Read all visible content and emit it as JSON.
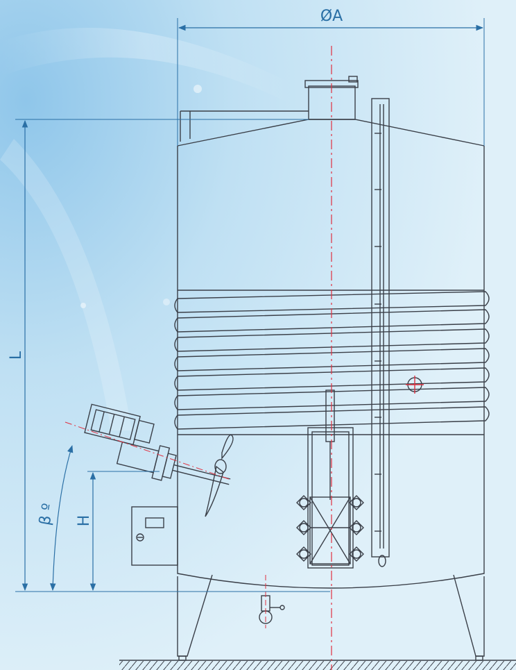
{
  "labels": {
    "diameter": "ØA",
    "length": "L",
    "height": "H",
    "angle": "β º"
  },
  "colors": {
    "background": "#c7e4f4",
    "line": "#3a3f48",
    "dimension": "#2a6fa5",
    "centerline": "#e03040"
  }
}
